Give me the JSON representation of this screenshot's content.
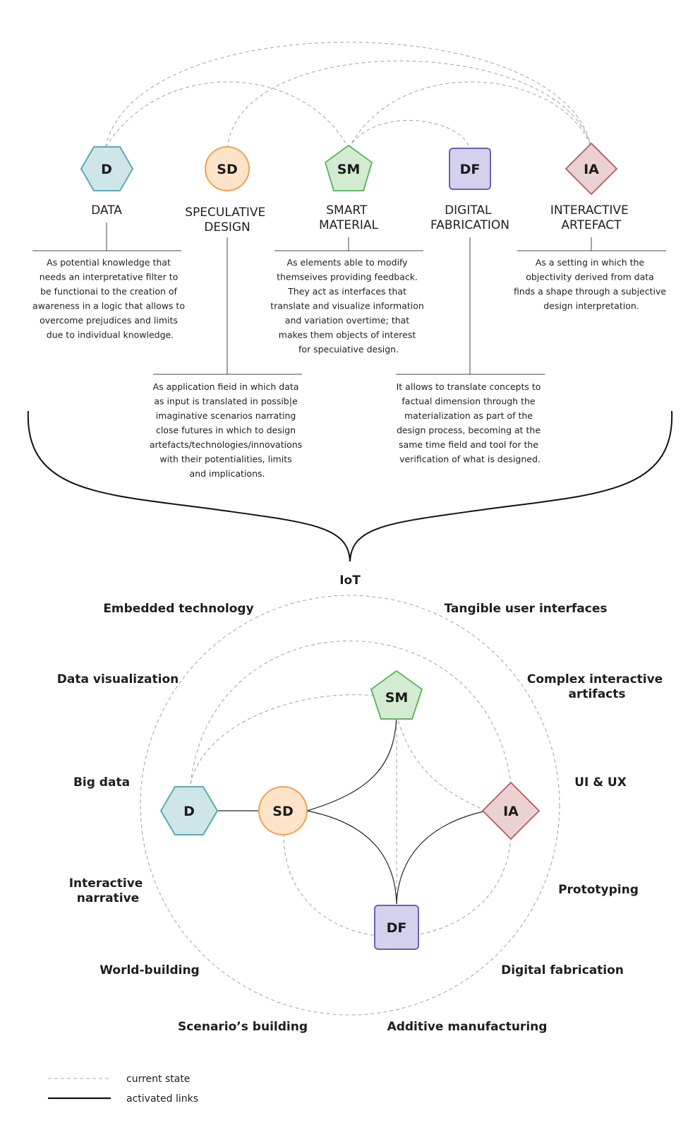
{
  "colors": {
    "data": {
      "fill": "#cfe6e8",
      "stroke": "#5aa9b3"
    },
    "speculative_design": {
      "fill": "#fde3c8",
      "stroke": "#eea254"
    },
    "smart_material": {
      "fill": "#d3ecd1",
      "stroke": "#62b664"
    },
    "digital_fabrication": {
      "fill": "#d3d1ec",
      "stroke": "#6a63b3"
    },
    "interactive_artefact": {
      "fill": "#ecd1d3",
      "stroke": "#b9676c"
    }
  },
  "nodes": {
    "data": {
      "abbr": "D",
      "title": [
        "DATA"
      ],
      "icon": "hexagon"
    },
    "speculative_design": {
      "abbr": "SD",
      "title": [
        "SPECULATIVE",
        "DESIGN"
      ],
      "icon": "circle"
    },
    "smart_material": {
      "abbr": "SM",
      "title": [
        "SMART",
        "MATERIAL"
      ],
      "icon": "pentagon"
    },
    "digital_fabrication": {
      "abbr": "DF",
      "title": [
        "DIGITAL",
        "FABRICATION"
      ],
      "icon": "rounded-square"
    },
    "interactive_artefact": {
      "abbr": "IA",
      "title": [
        "INTERACTIVE",
        "ARTEFACT"
      ],
      "icon": "diamond"
    }
  },
  "descriptions": {
    "data": [
      "As potential knowledge that",
      "needs an interpretative filter to",
      "be functionai to the creation of",
      "awareness in a logic that allows to",
      "overcome prejudices and limits",
      "due to individual knowledge."
    ],
    "smart_material": [
      "As elements able to modify",
      "themseives providing feedback.",
      "They act as interfaces that",
      "translate and visualize information",
      "and variation overtime; that",
      "makes them objects of interest",
      "for specuiative design."
    ],
    "interactive_artefact": [
      "As a setting in which the",
      "objectivity derived from data",
      "finds a shape through a subjective",
      "design interpretation."
    ],
    "speculative_design": [
      "As application fieid in which data",
      "as input is translated in possib|e",
      "imaginative scenarios narrating",
      "close futures in which to design",
      "artefacts/technologies/innovations",
      "with their potentialities, limits",
      "and implications."
    ],
    "digital_fabrication": [
      "It allows to translate concepts to",
      "factual dimension through the",
      "materialization as part of the",
      "design process, becoming at the",
      "same time field and tool for the",
      "verification of what is designed."
    ]
  },
  "ring_labels": {
    "iot": "IoT",
    "embedded_technology": "Embedded technology",
    "tangible_user_interfaces": "Tangible user interfaces",
    "data_visualization": "Data visualization",
    "complex_interactive_artifacts": [
      "Complex interactive",
      "artifacts"
    ],
    "big_data": "Big data",
    "ui_ux": "UI & UX",
    "interactive_narrative": [
      "Interactive",
      "narrative"
    ],
    "prototyping": "Prototyping",
    "world_building": "World-building",
    "digital_fabrication": "Digital fabrication",
    "scenarios_building": "Scenario’s building",
    "additive_manufacturing": "Additive manufacturing"
  },
  "legend": {
    "current_state": "current state",
    "activated_links": "activated links"
  }
}
